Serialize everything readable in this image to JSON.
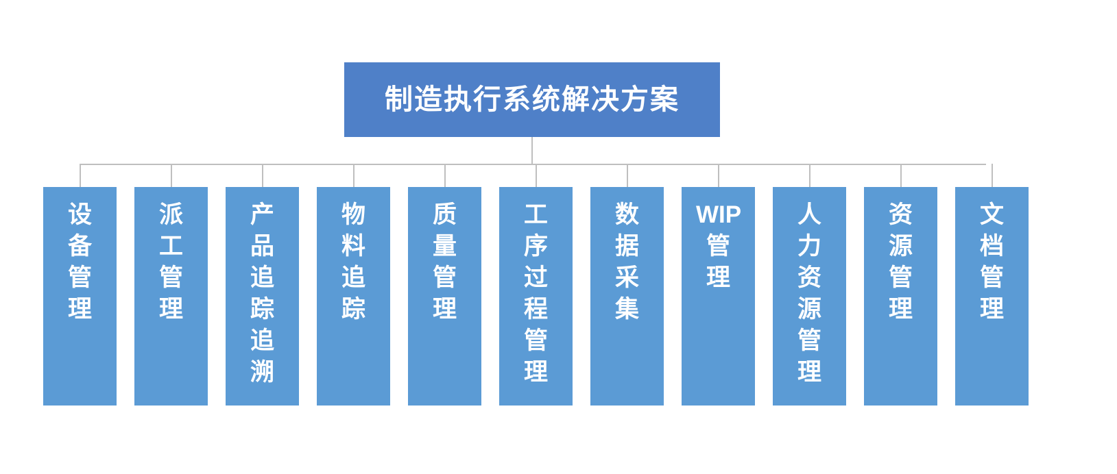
{
  "diagram": {
    "type": "organization-tree",
    "orientation": "top-down",
    "background_color": "#FFFFFF",
    "connector_color": "#BFBFBF",
    "root": {
      "label": "制造执行系统解决方案",
      "color": "#4F80C8",
      "text_color": "#FFFFFF"
    },
    "children_style": {
      "color": "#5B9BD5",
      "text_color": "#FFFFFF"
    },
    "children": [
      {
        "label": "设备管理",
        "latin_prefix": ""
      },
      {
        "label": "派工管理",
        "latin_prefix": ""
      },
      {
        "label": "产品追踪追溯",
        "latin_prefix": ""
      },
      {
        "label": "物料追踪",
        "latin_prefix": ""
      },
      {
        "label": "质量管理",
        "latin_prefix": ""
      },
      {
        "label": "工序过程管理",
        "latin_prefix": ""
      },
      {
        "label": "数据采集",
        "latin_prefix": ""
      },
      {
        "label": "管理",
        "latin_prefix": "WIP"
      },
      {
        "label": "人力资源管理",
        "latin_prefix": ""
      },
      {
        "label": "资源管理",
        "latin_prefix": ""
      },
      {
        "label": "文档管理",
        "latin_prefix": ""
      }
    ]
  }
}
